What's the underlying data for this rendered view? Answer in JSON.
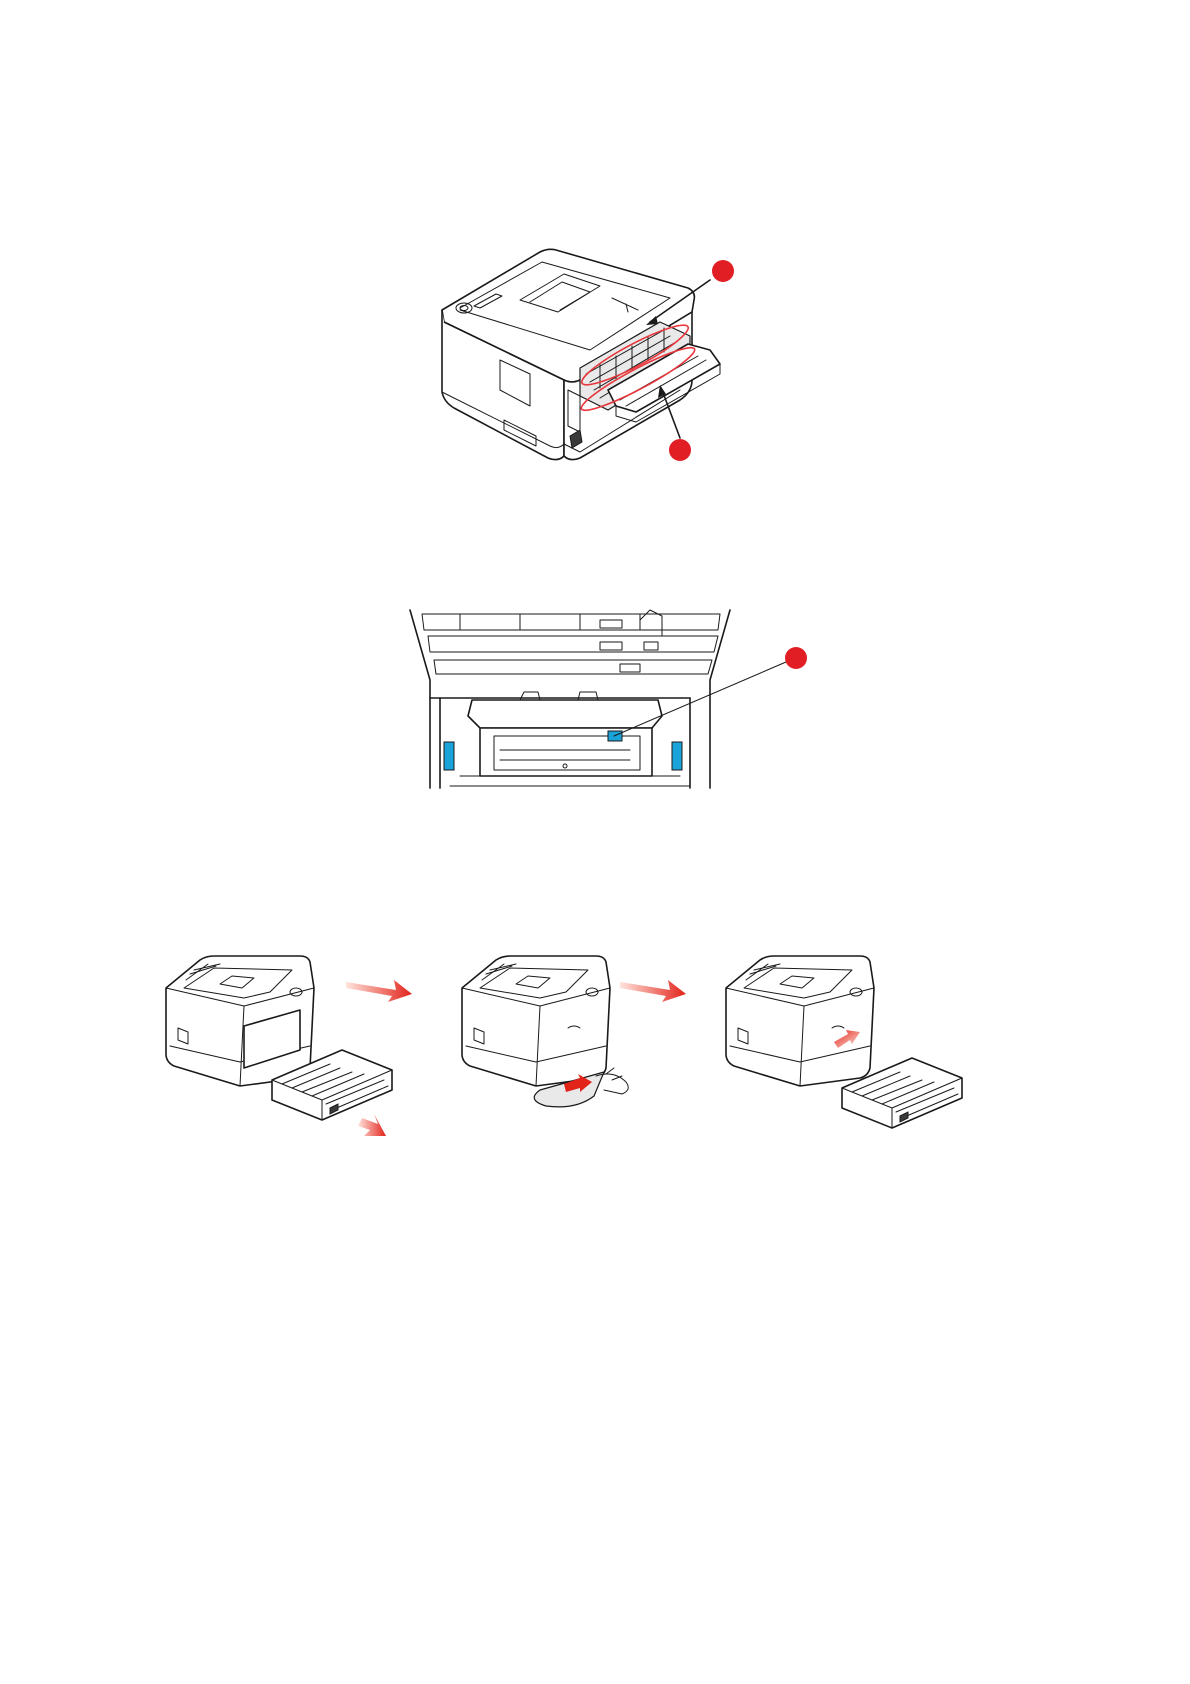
{
  "colors": {
    "callout_red": "#e01e24",
    "highlight_red": "#e8363c",
    "latch_blue": "#1aa3d9",
    "line": "#1a1a1a",
    "arrow_gradient_start": "#ffe4dc",
    "arrow_gradient_end": "#e2231a"
  },
  "figures": [
    {
      "id": "rear-exit-figure",
      "icon": "printer-rear-open-icon",
      "callouts": 2
    },
    {
      "id": "fuser-figure",
      "icon": "printer-top-open-fuser-icon",
      "callouts": 1
    },
    {
      "id": "tray-sequence-figure",
      "icons": [
        "tray-removed-icon",
        "paper-removal-icon",
        "tray-reinserted-icon"
      ],
      "step_arrows": 2
    }
  ]
}
